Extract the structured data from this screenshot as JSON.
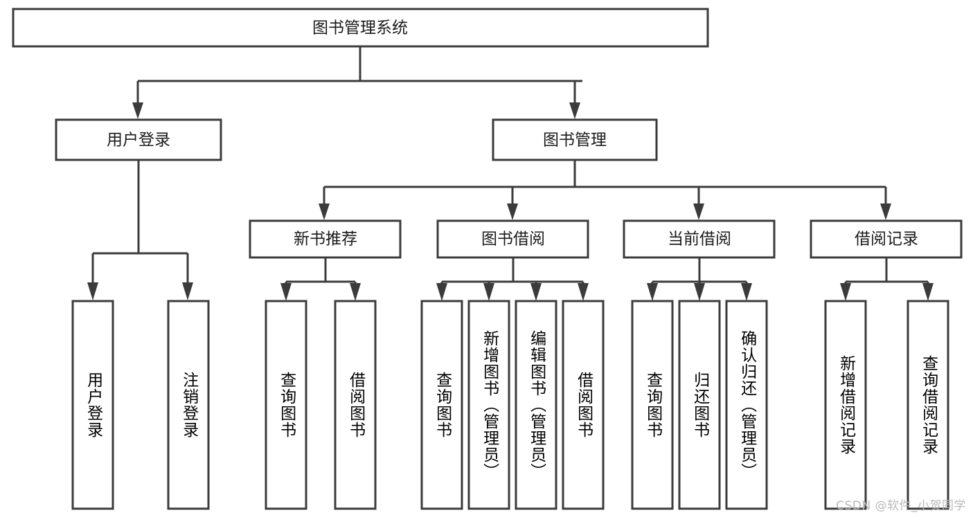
{
  "diagram": {
    "title": "图书管理系统",
    "type": "tree",
    "orientation": "top-down",
    "colors": {
      "box_stroke": "#3b3b3b",
      "box_fill": "#ffffff",
      "connector": "#3b3b3b",
      "text": "#1a1a1a",
      "watermark": "#b9b9b9",
      "background": "#ffffff"
    },
    "root": {
      "label": "图书管理系统"
    },
    "level2": [
      {
        "label": "用户登录"
      },
      {
        "label": "图书管理"
      }
    ],
    "level3": [
      {
        "label": "新书推荐"
      },
      {
        "label": "图书借阅"
      },
      {
        "label": "当前借阅"
      },
      {
        "label": "借阅记录"
      }
    ],
    "leaves": {
      "user_login": [
        {
          "label": "用户登录"
        },
        {
          "label": "注销登录"
        }
      ],
      "new_book_recommend": [
        {
          "label": "查询图书"
        },
        {
          "label": "借阅图书"
        }
      ],
      "book_borrow": [
        {
          "label": "查询图书"
        },
        {
          "label": "新增图书（管理员）"
        },
        {
          "label": "编辑图书（管理员）"
        },
        {
          "label": "借阅图书"
        }
      ],
      "current_borrow": [
        {
          "label": "查询图书"
        },
        {
          "label": "归还图书"
        },
        {
          "label": "确认归还（管理员）"
        }
      ],
      "borrow_record": [
        {
          "label": "新增借阅记录"
        },
        {
          "label": "查询借阅记录"
        }
      ]
    }
  },
  "watermark": {
    "text": "CSDN @软件_小贺同学"
  }
}
